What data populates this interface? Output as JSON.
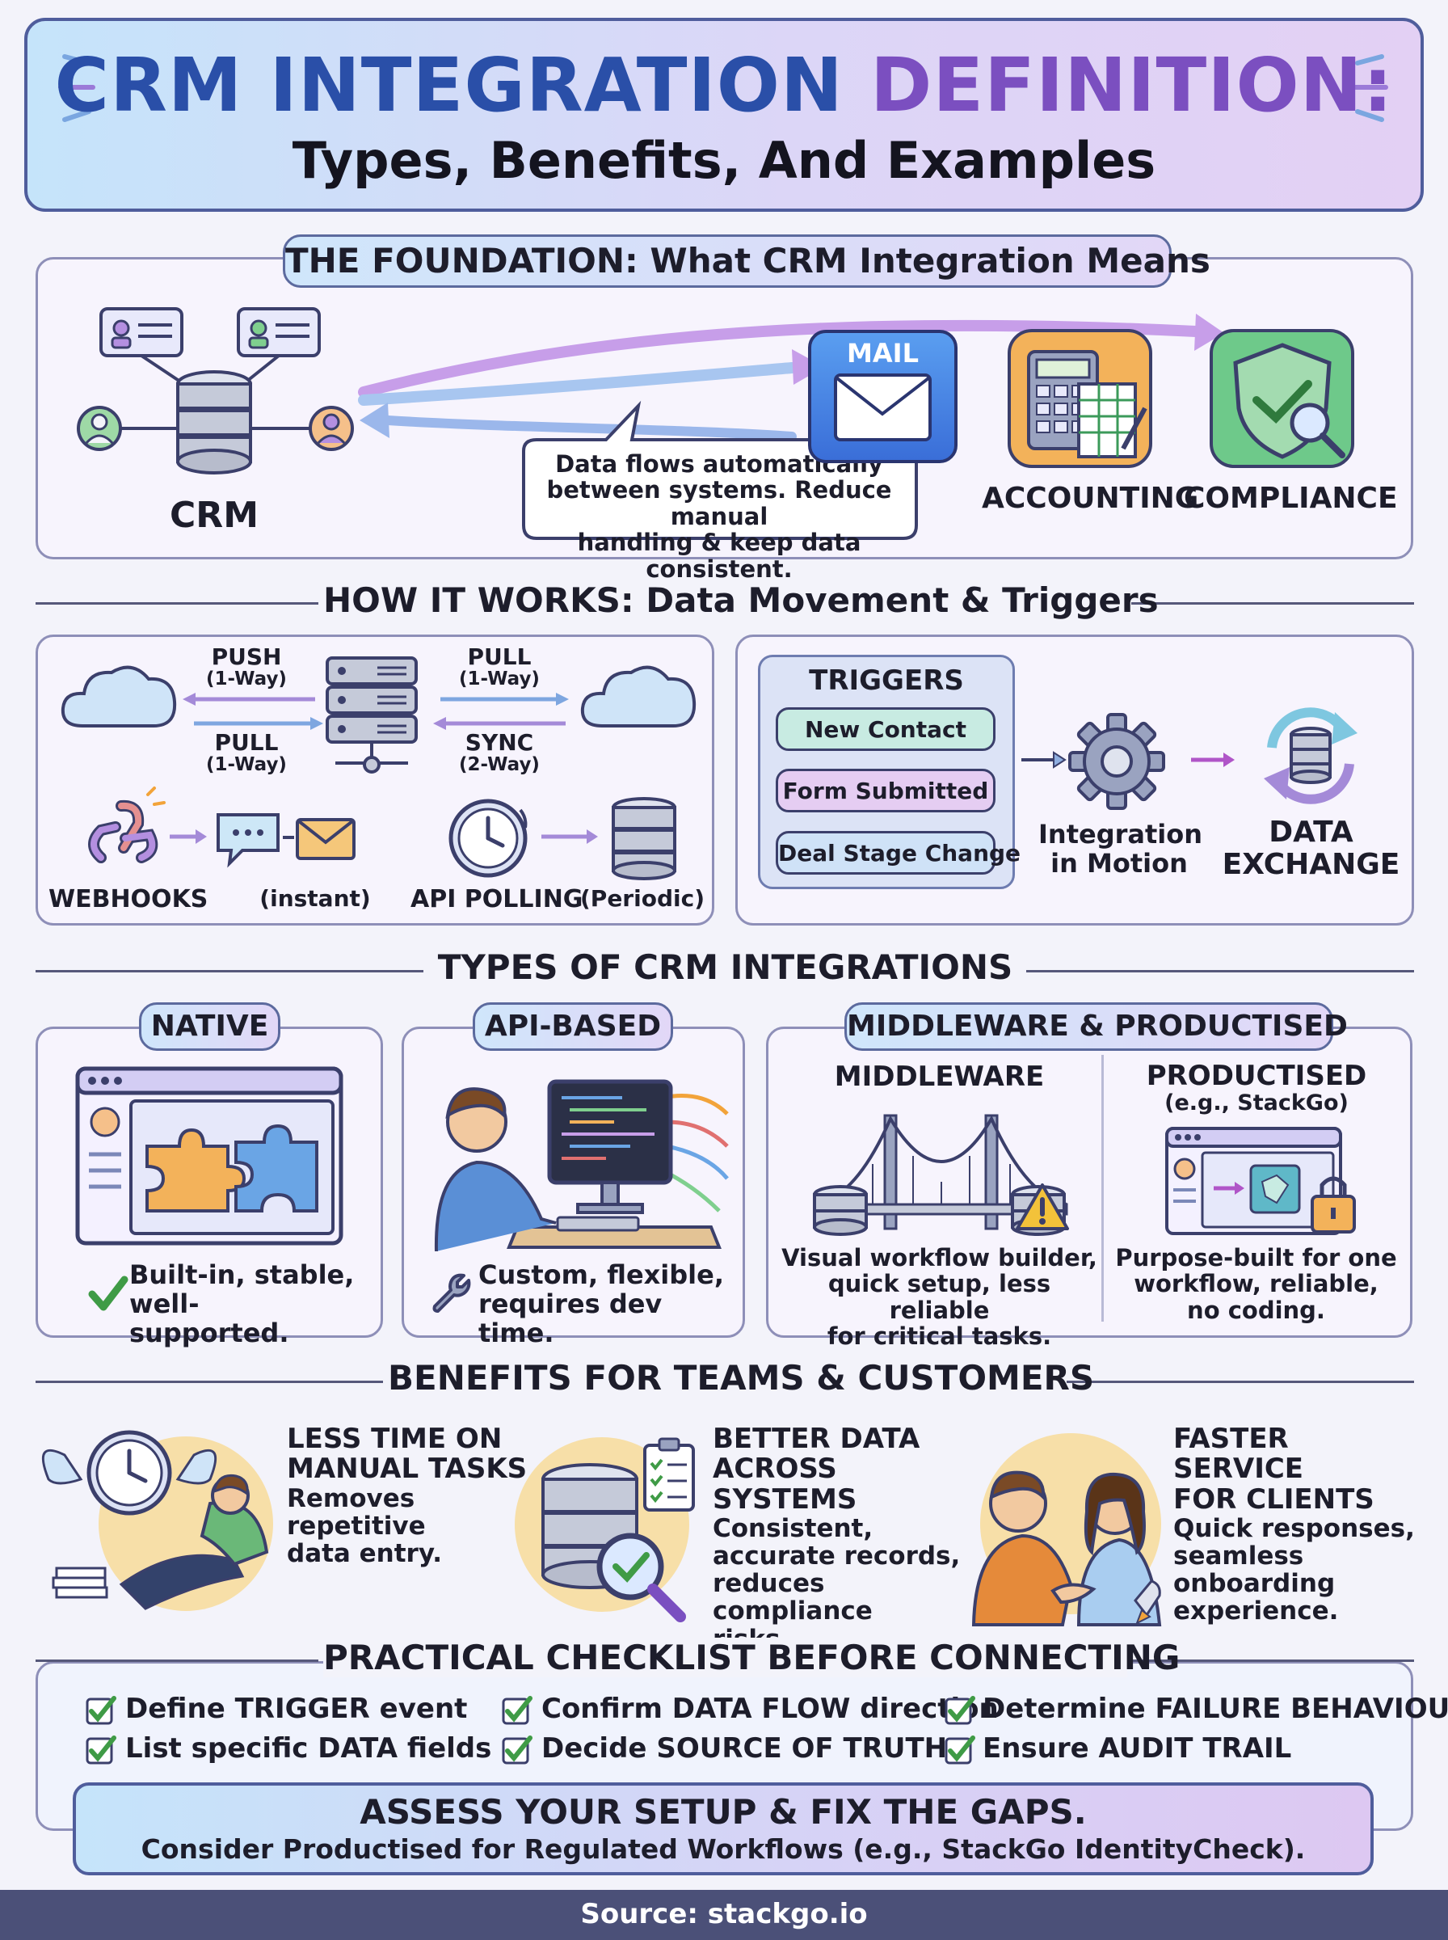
{
  "header": {
    "title_part1": "CRM INTEGRATION",
    "title_part2": "DEFINITION:",
    "subtitle": "Types, Benefits, And Examples"
  },
  "foundation": {
    "heading": "THE FOUNDATION: What CRM Integration Means",
    "crm_label": "CRM",
    "mail_label": "MAIL",
    "bubble_line1": "Data flows automatically",
    "bubble_line2": "between systems. Reduce manual",
    "bubble_line3": "handling & keep data consistent.",
    "accounting_label": "ACCOUNTING",
    "compliance_label": "COMPLIANCE"
  },
  "how_it_works": {
    "heading": "HOW IT WORKS: Data Movement & Triggers",
    "push": "PUSH",
    "push_sub": "(1-Way)",
    "pull_top": "PULL",
    "pull_top_sub": "(1-Way)",
    "pull_bottom": "PULL",
    "pull_bottom_sub": "(1-Way)",
    "sync": "SYNC",
    "sync_sub": "(2-Way)",
    "webhooks": "WEBHOOKS",
    "instant": "(instant)",
    "api_polling": "API POLLING",
    "periodic": "(Periodic)",
    "triggers_title": "TRIGGERS",
    "triggers": [
      "New Contact",
      "Form Submitted",
      "Deal Stage Change"
    ],
    "integration_line1": "Integration",
    "integration_line2": "in Motion",
    "data_exchange_line1": "DATA",
    "data_exchange_line2": "EXCHANGE"
  },
  "types": {
    "heading": "TYPES OF CRM INTEGRATIONS",
    "native": {
      "title": "NATIVE",
      "line1": "Built-in, stable,",
      "line2": "well-supported."
    },
    "api": {
      "title": "API-BASED",
      "line1": "Custom, flexible,",
      "line2": "requires dev time."
    },
    "middleware": {
      "title": "MIDDLEWARE & PRODUCTISED",
      "mw_title": "MIDDLEWARE",
      "mw_line1": "Visual workflow builder,",
      "mw_line2": "quick setup, less reliable",
      "mw_line3": "for critical tasks.",
      "prod_title": "PRODUCTISED",
      "prod_sub": "(e.g., StackGo)",
      "prod_line1": "Purpose-built for one",
      "prod_line2": "workflow, reliable,",
      "prod_line3": "no coding."
    }
  },
  "benefits": {
    "heading": "BENEFITS FOR TEAMS & CUSTOMERS",
    "items": [
      {
        "title1": "LESS TIME ON",
        "title2": "MANUAL TASKS",
        "d1": "Removes",
        "d2": "repetitive",
        "d3": "data entry.",
        "d4": ""
      },
      {
        "title1": "BETTER DATA",
        "title2": "ACROSS SYSTEMS",
        "d1": "Consistent,",
        "d2": "accurate records,",
        "d3": "reduces compliance",
        "d4": "risks."
      },
      {
        "title1": "FASTER SERVICE",
        "title2": "FOR CLIENTS",
        "d1": "Quick responses,",
        "d2": "seamless",
        "d3": "onboarding",
        "d4": "experience."
      }
    ]
  },
  "checklist": {
    "heading": "PRACTICAL CHECKLIST BEFORE CONNECTING",
    "items": [
      "Define TRIGGER event",
      "List specific DATA fields",
      "Confirm DATA FLOW direction",
      "Decide SOURCE OF TRUTH",
      "Determine FAILURE BEHAVIOUR",
      "Ensure AUDIT TRAIL"
    ],
    "cta_line1": "ASSESS YOUR SETUP & FIX THE GAPS.",
    "cta_line2": "Consider Productised for Regulated Workflows (e.g., StackGo IdentityCheck)."
  },
  "footer": {
    "source": "Source: stackgo.io"
  },
  "colors": {
    "title_blue": "#2a4fa8",
    "title_purple": "#7b4fc0",
    "footer_bg": "#4b5078",
    "check_green": "#3f9b46"
  }
}
